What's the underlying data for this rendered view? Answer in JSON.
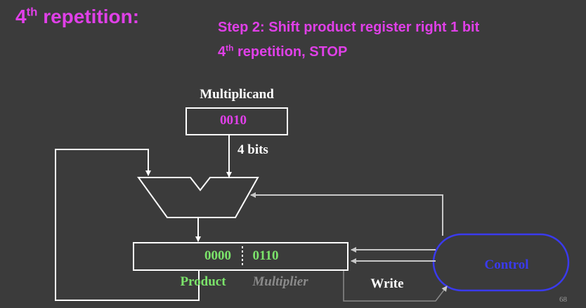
{
  "title": {
    "ordinal": "4",
    "sup": "th",
    "rest": " repetition:"
  },
  "steps": {
    "line1": "Step 2: Shift product register right 1 bit",
    "line2_ordinal": "4",
    "line2_sup": "th",
    "line2_rest": " repetition, STOP"
  },
  "diagram": {
    "multiplicand_label": "Multiplicand",
    "multiplicand_value": "0010",
    "bits_label": "4 bits",
    "product_left": "0000",
    "product_right": "0110",
    "product_label": "Product",
    "multiplier_label": "Multiplier",
    "write_label": "Write",
    "control_label": "Control"
  },
  "slide_number": "68",
  "colors": {
    "background": "#3b3b3b",
    "magenta": "#e040e8",
    "green": "#7be36a",
    "blue": "#3a3aee",
    "gray_line": "#c8c8c8",
    "multiplier_gray": "#8a8a8a"
  }
}
